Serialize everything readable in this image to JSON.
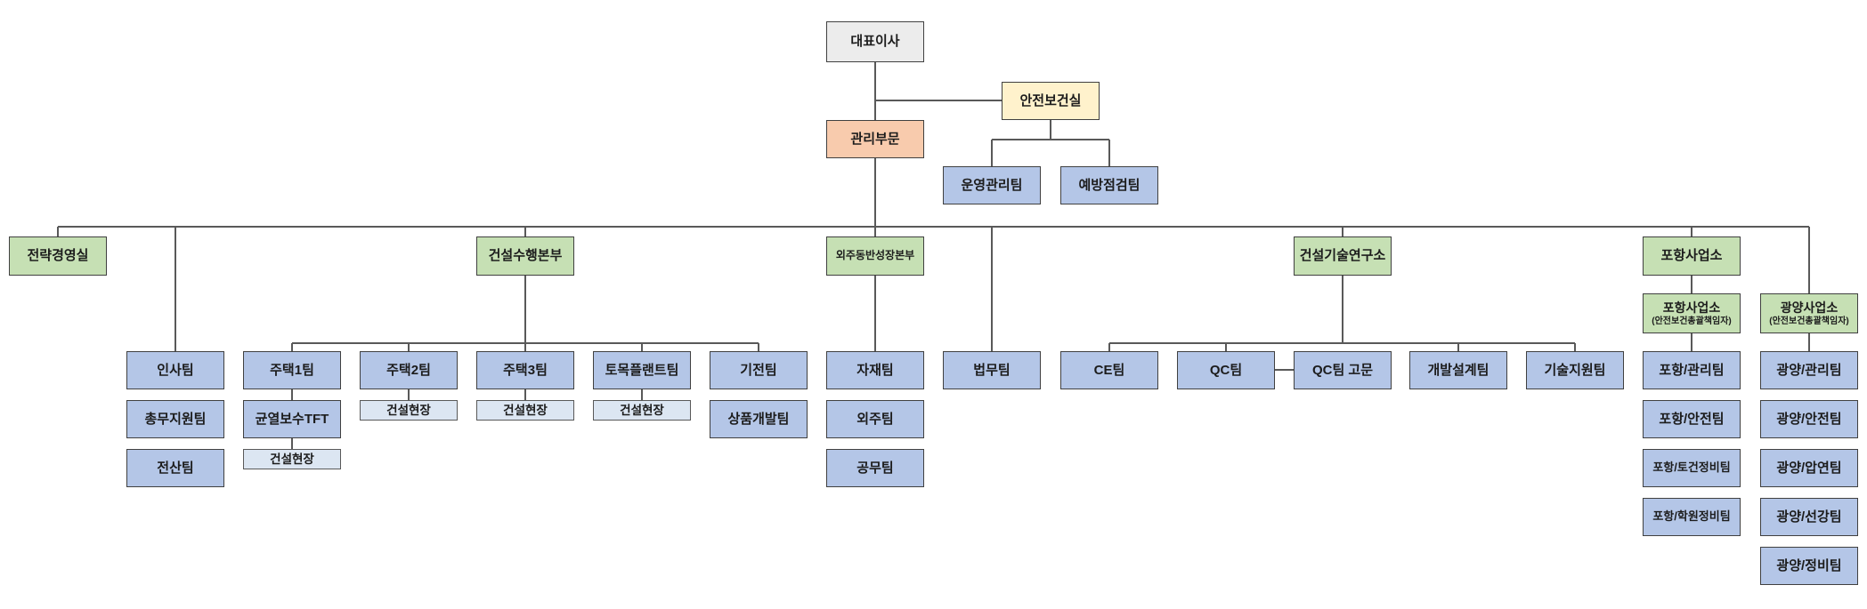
{
  "org": {
    "colors": {
      "gray": "#ececec",
      "orange": "#f8cbad",
      "yellow": "#fff2cc",
      "green": "#c6e0b4",
      "blue": "#b4c6e7",
      "lightblue": "#dce6f2",
      "border": "#404040",
      "border_light": "#595959",
      "line": "#595959"
    },
    "nodes": [
      {
        "id": "ceo",
        "label": "대표이사",
        "type": "gray",
        "parent": null
      },
      {
        "id": "safety_office",
        "label": "안전보건실",
        "type": "yellow",
        "parent": "ceo"
      },
      {
        "id": "ops_mgmt_team",
        "label": "운영관리팀",
        "type": "blue",
        "parent": "safety_office"
      },
      {
        "id": "prevention_check_team",
        "label": "예방점검팀",
        "type": "blue",
        "parent": "safety_office"
      },
      {
        "id": "mgmt_division",
        "label": "관리부문",
        "type": "orange",
        "parent": "ceo"
      },
      {
        "id": "strategy_office",
        "label": "전략경영실",
        "type": "green",
        "parent": "mgmt_division"
      },
      {
        "id": "hr_team",
        "label": "인사팀",
        "type": "blue",
        "parent": "mgmt_division"
      },
      {
        "id": "general_support_team",
        "label": "총무지원팀",
        "type": "blue",
        "parent": "mgmt_division"
      },
      {
        "id": "it_team",
        "label": "전산팀",
        "type": "blue",
        "parent": "mgmt_division"
      },
      {
        "id": "construction_hq",
        "label": "건설수행본부",
        "type": "green",
        "parent": "mgmt_division"
      },
      {
        "id": "housing1_team",
        "label": "주택1팀",
        "type": "blue",
        "parent": "construction_hq"
      },
      {
        "id": "crack_repair_tft",
        "label": "균열보수TFT",
        "type": "blue",
        "parent": "housing1_team"
      },
      {
        "id": "site_housing1",
        "label": "건설현장",
        "type": "lightblue",
        "parent": "crack_repair_tft"
      },
      {
        "id": "housing2_team",
        "label": "주택2팀",
        "type": "blue",
        "parent": "construction_hq"
      },
      {
        "id": "site_housing2",
        "label": "건설현장",
        "type": "lightblue",
        "parent": "housing2_team"
      },
      {
        "id": "housing3_team",
        "label": "주택3팀",
        "type": "blue",
        "parent": "construction_hq"
      },
      {
        "id": "site_housing3",
        "label": "건설현장",
        "type": "lightblue",
        "parent": "housing3_team"
      },
      {
        "id": "civil_plant_team",
        "label": "토목플랜트팀",
        "type": "blue",
        "parent": "construction_hq"
      },
      {
        "id": "site_civil_plant",
        "label": "건설현장",
        "type": "lightblue",
        "parent": "civil_plant_team"
      },
      {
        "id": "mech_elec_team",
        "label": "기전팀",
        "type": "blue",
        "parent": "construction_hq"
      },
      {
        "id": "product_dev_team",
        "label": "상품개발팀",
        "type": "blue",
        "parent": "mech_elec_team"
      },
      {
        "id": "partner_growth_hq",
        "label": "외주동반성장본부",
        "type": "green",
        "small": true,
        "parent": "mgmt_division"
      },
      {
        "id": "materials_team",
        "label": "자재팀",
        "type": "blue",
        "parent": "partner_growth_hq"
      },
      {
        "id": "outsourcing_team",
        "label": "외주팀",
        "type": "blue",
        "parent": "partner_growth_hq"
      },
      {
        "id": "public_works_team",
        "label": "공무팀",
        "type": "blue",
        "parent": "partner_growth_hq"
      },
      {
        "id": "legal_team",
        "label": "법무팀",
        "type": "blue",
        "parent": "mgmt_division"
      },
      {
        "id": "construction_tech_institute",
        "label": "건설기술연구소",
        "type": "green",
        "parent": "mgmt_division"
      },
      {
        "id": "ce_team",
        "label": "CE팀",
        "type": "blue",
        "parent": "construction_tech_institute"
      },
      {
        "id": "qc_team",
        "label": "QC팀",
        "type": "blue",
        "parent": "construction_tech_institute"
      },
      {
        "id": "qc_team_advisor",
        "label": "QC팀 고문",
        "type": "blue",
        "parent": "qc_team"
      },
      {
        "id": "dev_design_team",
        "label": "개발설계팀",
        "type": "blue",
        "parent": "construction_tech_institute"
      },
      {
        "id": "tech_support_team",
        "label": "기술지원팀",
        "type": "blue",
        "parent": "construction_tech_institute"
      },
      {
        "id": "pohang_office",
        "label": "포항사업소",
        "type": "green",
        "parent": "mgmt_division"
      },
      {
        "id": "pohang_office_chief",
        "label": "포항사업소",
        "sublabel": "(안전보건총괄책임자)",
        "type": "green two",
        "parent": "pohang_office"
      },
      {
        "id": "gwangyang_office_chief",
        "label": "광양사업소",
        "sublabel": "(안전보건총괄책임자)",
        "type": "green two",
        "parent": "mgmt_division"
      },
      {
        "id": "pohang_mgmt_team",
        "label": "포항/관리팀",
        "type": "blue",
        "parent": "pohang_office_chief"
      },
      {
        "id": "pohang_safety_team",
        "label": "포항/안전팀",
        "type": "blue",
        "parent": "pohang_office_chief"
      },
      {
        "id": "pohang_civil_maint_team",
        "label": "포항/토건정비팀",
        "type": "blue fit13",
        "parent": "pohang_office_chief"
      },
      {
        "id": "pohang_hakwon_maint_team",
        "label": "포항/학원정비팀",
        "type": "blue fit13",
        "parent": "pohang_office_chief"
      },
      {
        "id": "gwangyang_mgmt_team",
        "label": "광양/관리팀",
        "type": "blue",
        "parent": "gwangyang_office_chief"
      },
      {
        "id": "gwangyang_safety_team",
        "label": "광양/안전팀",
        "type": "blue",
        "parent": "gwangyang_office_chief"
      },
      {
        "id": "gwangyang_rolling_team",
        "label": "광양/압연팀",
        "type": "blue",
        "parent": "gwangyang_office_chief"
      },
      {
        "id": "gwangyang_seongang_team",
        "label": "광양/선강팀",
        "type": "blue",
        "parent": "gwangyang_office_chief"
      },
      {
        "id": "gwangyang_maint_team",
        "label": "광양/정비팀",
        "type": "blue",
        "parent": "gwangyang_office_chief"
      }
    ]
  }
}
